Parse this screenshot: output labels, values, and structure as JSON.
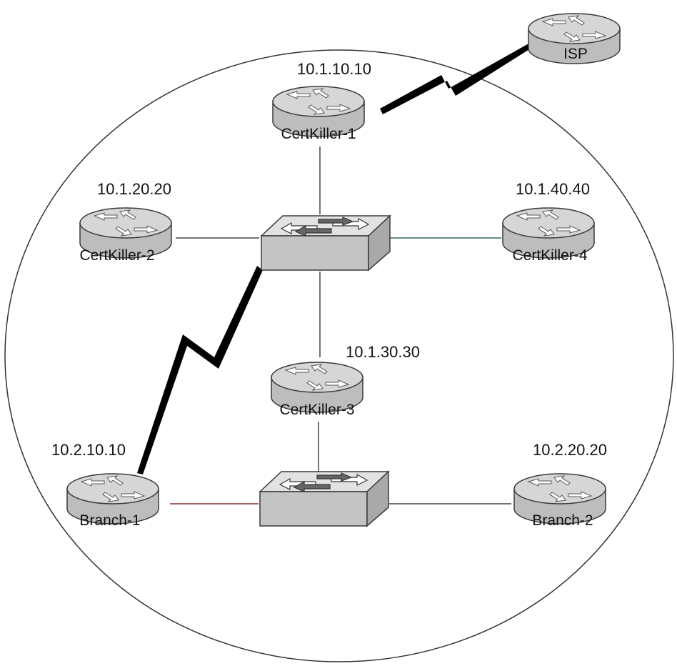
{
  "routers": {
    "isp": {
      "name": "ISP"
    },
    "ck1": {
      "name": "CertKiller-1",
      "ip": "10.1.10.10"
    },
    "ck2": {
      "name": "CertKiller-2",
      "ip": "10.1.20.20"
    },
    "ck4": {
      "name": "CertKiller-4",
      "ip": "10.1.40.40"
    },
    "ck3": {
      "name": "CertKiller-3",
      "ip": "10.1.30.30"
    },
    "br1": {
      "name": "Branch-1",
      "ip": "10.2.10.10"
    },
    "br2": {
      "name": "Branch-2",
      "ip": "10.2.20.20"
    }
  },
  "icons": {
    "router": "router-icon",
    "switch": "switch-icon",
    "serial_link": "serial-link-icon"
  },
  "colors": {
    "device_fill": "#cfcfcf",
    "device_top": "#e4e4e4",
    "outline": "#3a3a3a",
    "serial_link": "#000000",
    "ethernet_link": "#444444",
    "green_link": "#2e6b4e",
    "red_link": "#8a2a2a"
  }
}
